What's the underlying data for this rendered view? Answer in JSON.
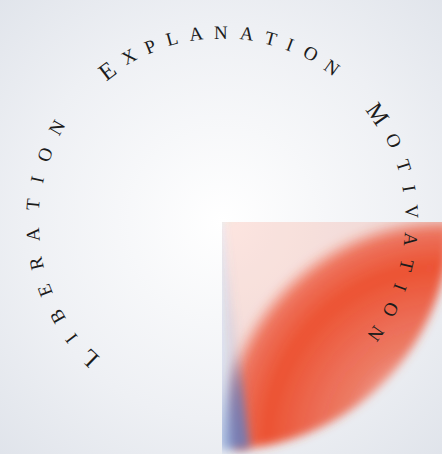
{
  "diagram": {
    "nodes": [
      {
        "text": [
          "EXPLANATION"
        ]
      },
      {
        "text": [
          "MOTIVATION"
        ]
      },
      {
        "text": [
          "LIBERATION"
        ]
      }
    ]
  }
}
